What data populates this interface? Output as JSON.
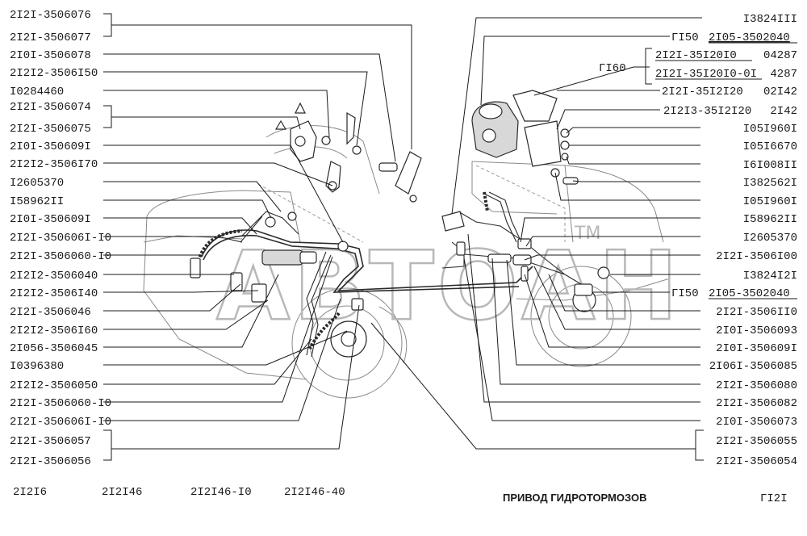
{
  "left_labels": [
    "2I2I-3506076",
    "2I2I-3506077",
    "2I0I-3506078",
    "2I2I2-3506I50",
    "I0284460",
    "2I2I-3506074",
    "2I2I-3506075",
    "2I0I-350609I",
    "2I2I2-3506I70",
    "I2605370",
    "I58962II",
    "2I0I-350609I",
    "2I2I-350606I-I0",
    "2I2I-3506060-I0",
    "2I2I2-3506040",
    "2I2I2-3506I40",
    "2I2I-3506046",
    "2I2I2-3506I60",
    "2I056-3506045",
    "I0396380",
    "2I2I2-3506050",
    "2I2I-3506060-I0",
    "2I2I-350606I-I0",
    "2I2I-3506057",
    "2I2I-3506056"
  ],
  "right_labels": [
    "I3824III",
    "2I2I-35I2I20",
    "2I2I3-35I2I20",
    "I05I960I",
    "I05I6670",
    "I6I008II",
    "I382562I",
    "I05I960I",
    "I58962II",
    "I2605370",
    "2I2I-3506I00",
    "I3824I2I",
    "2I2I-3506II0",
    "2I0I-3506093",
    "2I0I-350609I",
    "2I06I-3506085",
    "2I2I-3506080",
    "2I2I-3506082",
    "2I0I-3506073",
    "2I2I-3506055",
    "2I2I-3506054"
  ],
  "right_suffixes": {
    "r1": "02I42",
    "r2": "2I42"
  },
  "group_gi50": {
    "prefix": "ГI50",
    "code": "2I05-3502040"
  },
  "group_gi50b": {
    "prefix": "ГI50",
    "code": "2I05-3502040"
  },
  "group_gi60": {
    "prefix": "ГI60",
    "codes": [
      "2I2I-35I20I0",
      "2I2I-35I20I0-0I"
    ],
    "suffixes": [
      "04287",
      "4287"
    ]
  },
  "footer": {
    "models": [
      "2I2I6",
      "2I2I46",
      "2I2I46-I0",
      "2I2I46-40"
    ],
    "title": "ПРИВОД ГИДРОТОРМОЗОВ",
    "page": "ГI2I"
  },
  "watermark": {
    "text": "АВТОАН",
    "tm": "TM"
  }
}
